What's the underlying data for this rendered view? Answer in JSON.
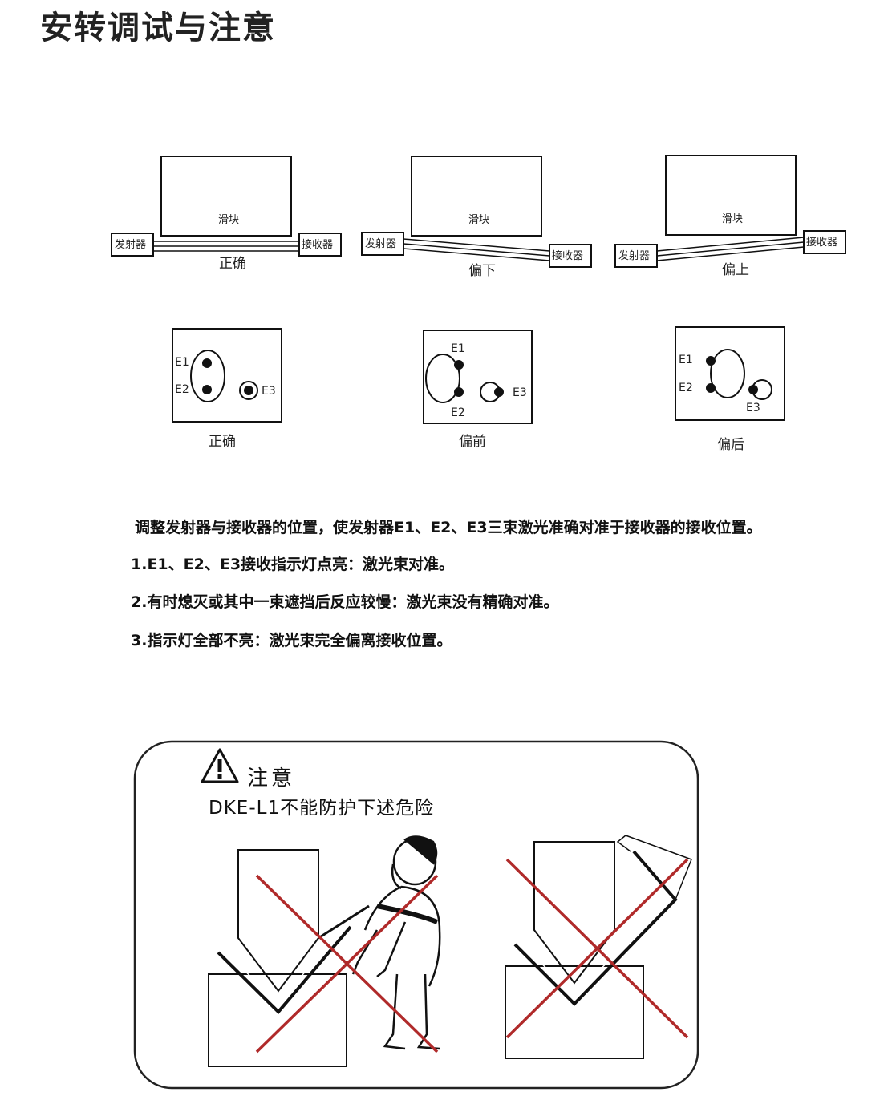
{
  "page": {
    "title": "安转调试与注意"
  },
  "beam_alignment": {
    "slider_label": "滑块",
    "emitter_label": "发射器",
    "receiver_label": "接收器",
    "cases": [
      "正确",
      "偏下",
      "偏上"
    ]
  },
  "spot_alignment": {
    "beams": [
      "E1",
      "E2",
      "E3"
    ],
    "cases": [
      "正确",
      "偏前",
      "偏后"
    ]
  },
  "instructions": {
    "intro": "调整发射器与接收器的位置，使发射器E1、E2、E3三束激光准确对准于接收器的接收位置。",
    "items": [
      "1.E1、E2、E3接收指示灯点亮：激光束对准。",
      "2.有时熄灭或其中一束遮挡后反应较慢：激光束没有精确对准。",
      "3.指示灯全部不亮：激光束完全偏离接收位置。"
    ]
  },
  "caution": {
    "title": "注意",
    "subtitle": "DKE-L1不能防护下述危险",
    "icon": "warning-triangle-icon",
    "cross_color": "#b02a2a"
  }
}
